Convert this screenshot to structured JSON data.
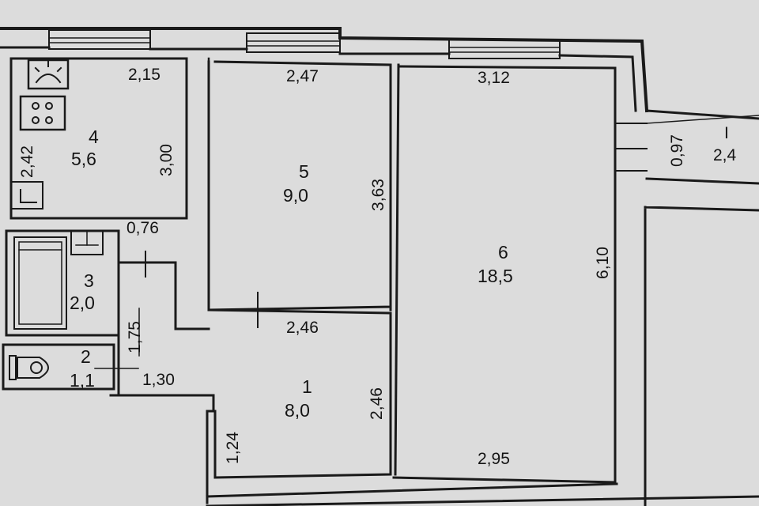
{
  "rooms": [
    {
      "id": "4",
      "area": "5,6"
    },
    {
      "id": "5",
      "area": "9,0"
    },
    {
      "id": "6",
      "area": "18,5"
    },
    {
      "id": "3",
      "area": "2,0"
    },
    {
      "id": "2",
      "area": "1,1"
    },
    {
      "id": "1",
      "area": "8,0"
    },
    {
      "id": "I",
      "area": "2,4"
    }
  ],
  "dimensions": {
    "d215": "2,15",
    "d247": "2,47",
    "d312": "3,12",
    "d242": "2,42",
    "d300": "3,00",
    "d363": "3,63",
    "d097": "0,97",
    "d076": "0,76",
    "d610": "6,10",
    "d175": "1,75",
    "d246h": "2,46",
    "d130": "1,30",
    "d246v": "2,46",
    "d124": "1,24",
    "d295": "2,95"
  }
}
